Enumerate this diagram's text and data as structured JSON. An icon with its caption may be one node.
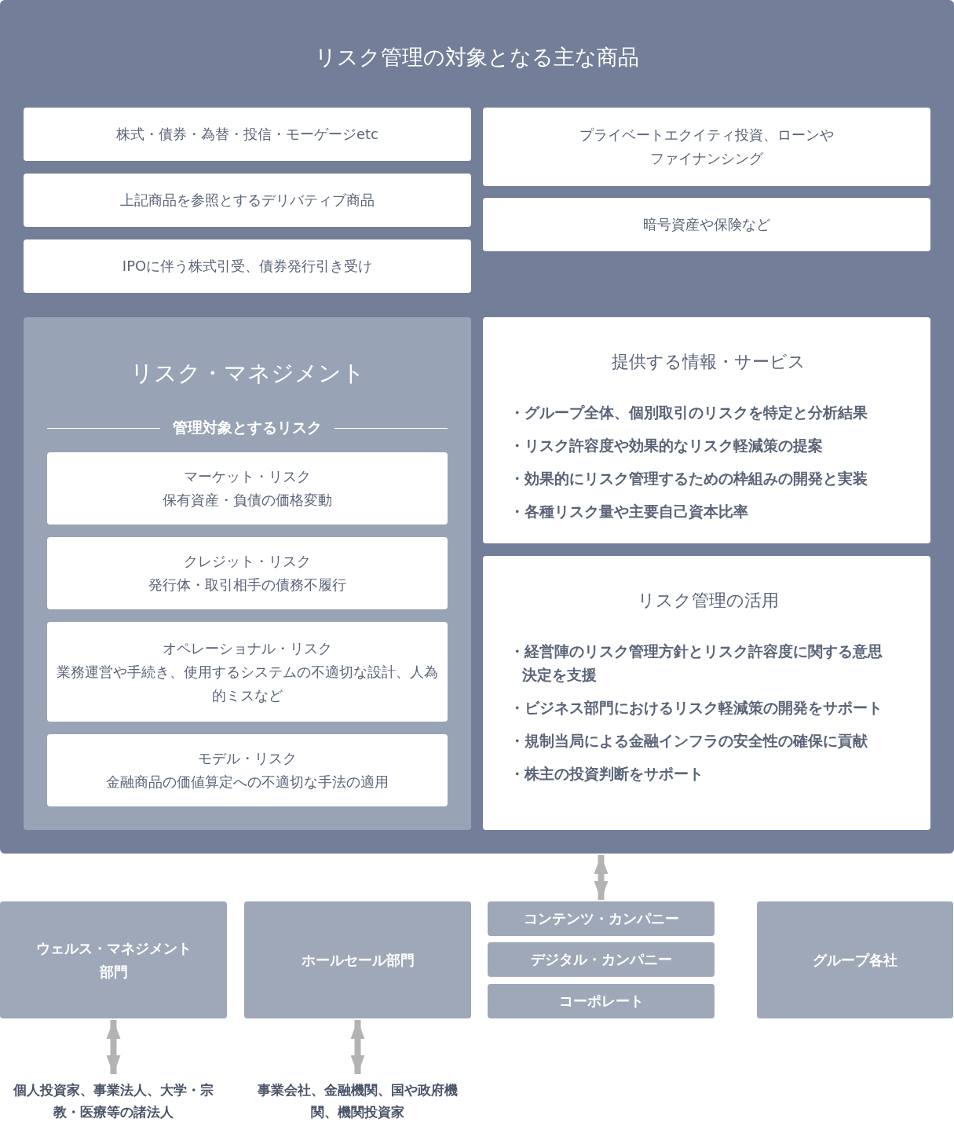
{
  "diagram": {
    "nodes": [
      {
        "text": [
          "リスク管理の対象となる主な商品"
        ]
      },
      {
        "text": [
          "株式・債券・為替・投信・モーゲージetc"
        ],
        "in": 0
      },
      {
        "text": [
          "上記商品を参照とするデリバティブ商品"
        ],
        "in": 0
      },
      {
        "text": [
          "IPOに伴う株式引受、債券発行引き受け"
        ],
        "in": 0
      },
      {
        "text": [
          "プライベートエクイティ投資、ローンやファイナンシング"
        ],
        "in": 0
      },
      {
        "text": [
          "暗号資産や保険など"
        ],
        "in": 0
      },
      {
        "text": [
          "リスク・マネジメント",
          "管理対象とするリスク"
        ],
        "in": 0
      },
      {
        "text": [
          "マーケット・リスク",
          "保有資産・負債の価格変動"
        ],
        "in": 6
      },
      {
        "text": [
          "クレジット・リスク",
          "発行体・取引相手の債務不履行"
        ],
        "in": 6
      },
      {
        "text": [
          "オペレーショナル・リスク",
          "業務運営や手続き、使用するシステムの不適切な設計、人為的ミスなど"
        ],
        "in": 6
      },
      {
        "text": [
          "モデル・リスク",
          "金融商品の価値算定への不適切な手法の適用"
        ],
        "in": 6
      },
      {
        "text": [
          "提供する情報・サービス",
          "・グループ全体、個別取引のリスクを特定と分析結果",
          "・リスク許容度や効果的なリスク軽減策の提案",
          "・効果的にリスク管理するための枠組みの開発と実装",
          "・各種リスク量や主要自己資本比率"
        ],
        "in": 0
      },
      {
        "text": [
          "リスク管理の活用",
          "・経営陣のリスク管理方針とリスク許容度に関する意思決定を支援",
          "・ビジネス部門におけるリスク軽減策の開発をサポート",
          "・規制当局による金融インフラの安全性の確保に貢献",
          "・株主の投資判断をサポート"
        ],
        "in": 0
      },
      {
        "text": [
          "ウェルス・マネジメント部門"
        ]
      },
      {
        "text": [
          "ホールセール部門"
        ]
      },
      {
        "text": [
          "コンテンツ・カンパニー"
        ]
      },
      {
        "text": [
          "デジタル・カンパニー"
        ]
      },
      {
        "text": [
          "コーポレート"
        ]
      },
      {
        "text": [
          "グループ各社"
        ]
      },
      {
        "text": [
          "個人投資家、事業法人、大学・宗教・医療等の諸法人"
        ]
      },
      {
        "text": [
          "事業会社、金融機関、国や政府機関、機関投資家"
        ]
      }
    ],
    "edges": [
      {
        "from": 0,
        "to": 15,
        "arrow": "both"
      },
      {
        "from": 13,
        "to": 19,
        "arrow": "both"
      },
      {
        "from": 14,
        "to": 20,
        "arrow": "both"
      }
    ]
  }
}
